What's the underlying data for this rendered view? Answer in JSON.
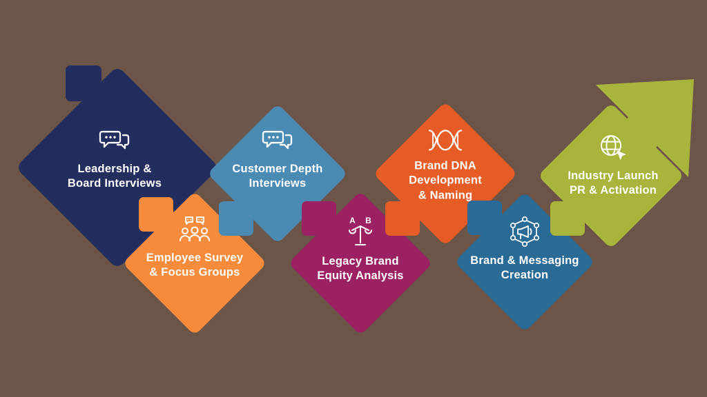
{
  "background_color": "#6b5549",
  "diagram": {
    "type": "process-flow",
    "direction": "left-to-right",
    "steps": [
      {
        "id": 1,
        "label": "Leadership &\nBoard Interviews",
        "icon": "chat-bubbles-icon",
        "color": "#232d5e",
        "row": "top"
      },
      {
        "id": 2,
        "label": "Employee Survey\n& Focus Groups",
        "icon": "focus-group-icon",
        "color": "#f68b3c",
        "row": "bottom"
      },
      {
        "id": 3,
        "label": "Customer Depth\nInterviews",
        "icon": "chat-bubbles-icon",
        "color": "#4b8ab3",
        "row": "top"
      },
      {
        "id": 4,
        "label": "Legacy Brand\nEquity Analysis",
        "icon": "ab-balance-icon",
        "color": "#9b2162",
        "row": "bottom",
        "icon_letters": {
          "a": "A",
          "b": "B"
        }
      },
      {
        "id": 5,
        "label": "Brand DNA\nDevelopment\n& Naming",
        "icon": "dna-icon",
        "color": "#e65c26",
        "row": "top"
      },
      {
        "id": 6,
        "label": "Brand & Messaging\nCreation",
        "icon": "megaphone-network-icon",
        "color": "#2a6a96",
        "row": "bottom"
      },
      {
        "id": 7,
        "label": "Industry Launch\nPR & Activation",
        "icon": "globe-launch-icon",
        "color": "#a9b43d",
        "row": "top",
        "terminal": "arrow-up-right"
      }
    ]
  }
}
